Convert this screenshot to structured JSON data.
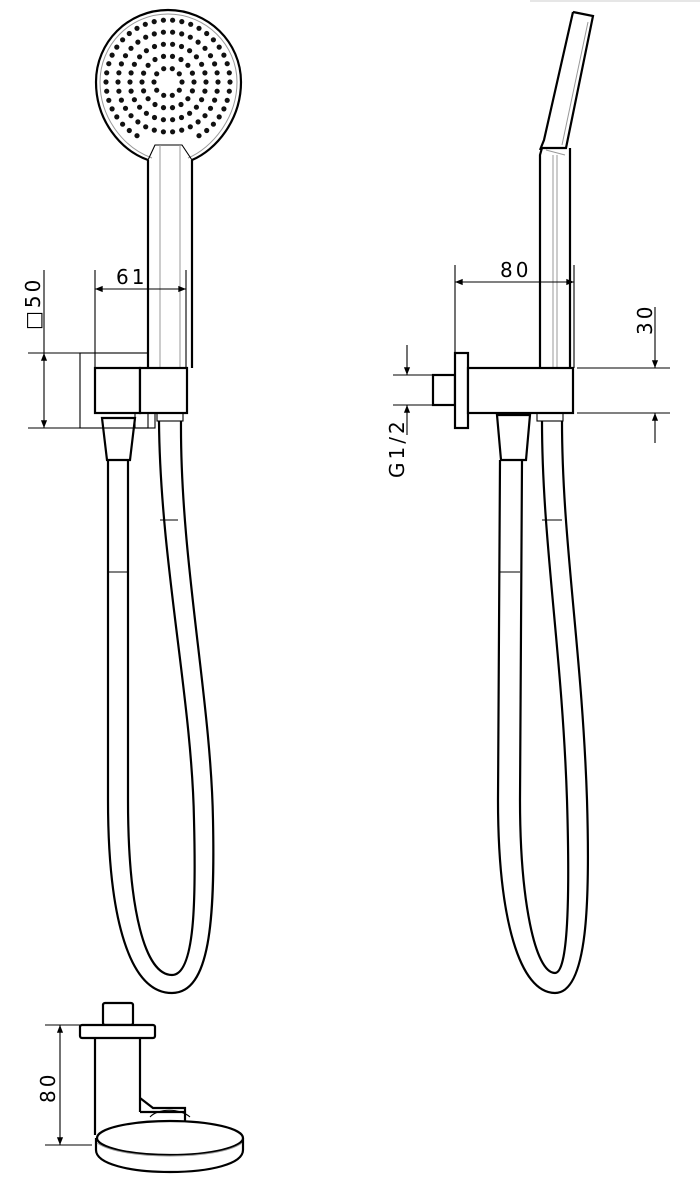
{
  "title": "Hand shower with wall bracket - dimension drawing",
  "dimensions": {
    "bracket_square": "□50",
    "front_projection": "61",
    "side_projection": "80",
    "bracket_height": "30",
    "thread": "G1/2",
    "top_view_depth": "80"
  },
  "colors": {
    "line": "#000000",
    "background": "#ffffff"
  }
}
